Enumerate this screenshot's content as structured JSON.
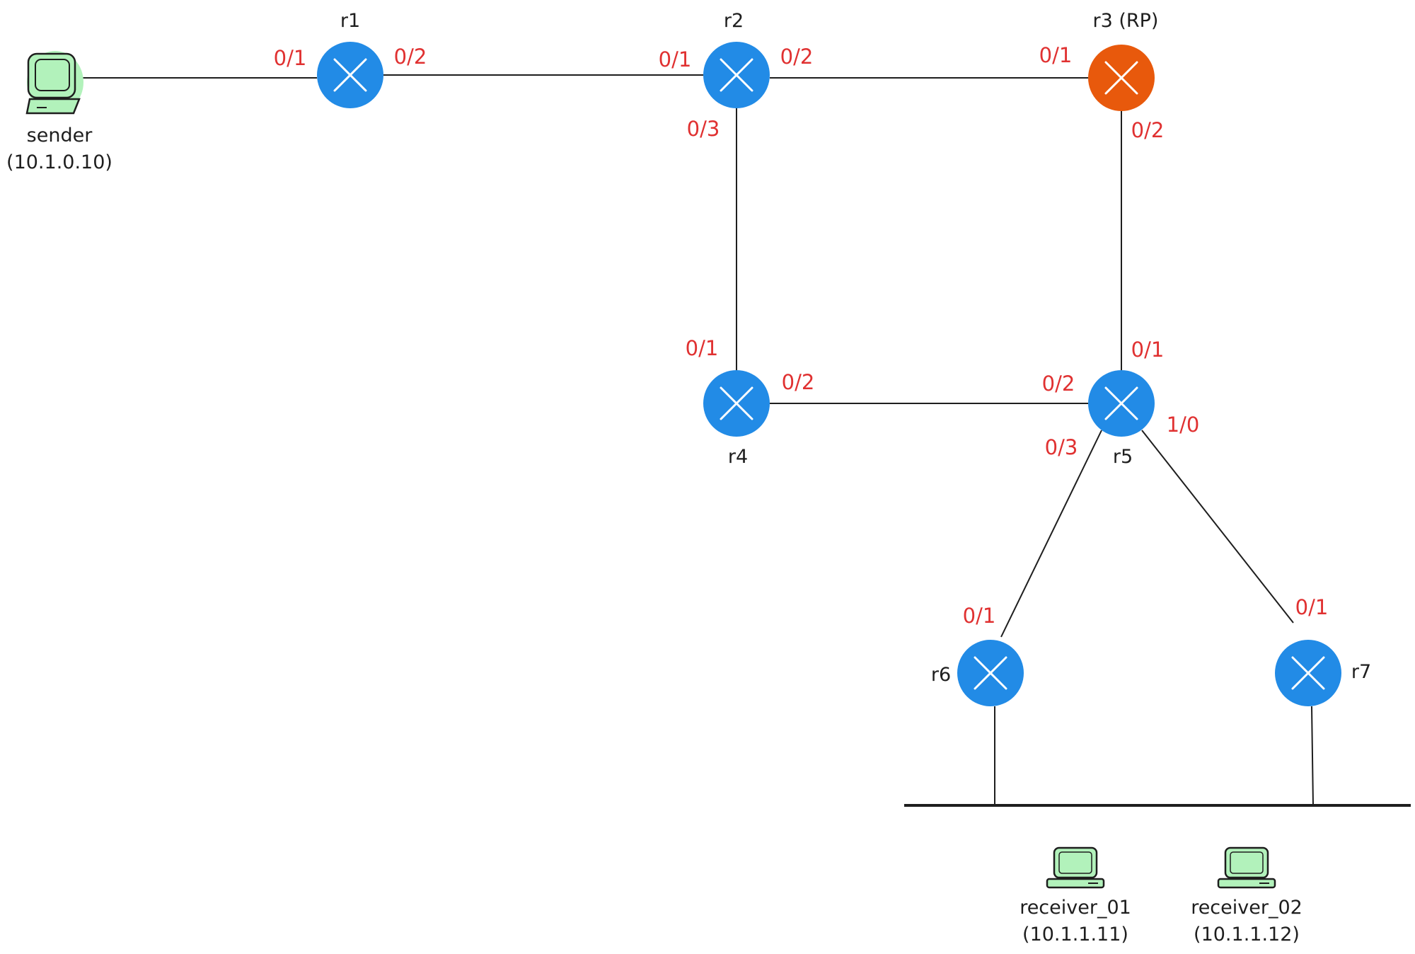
{
  "colors": {
    "router": "#228be6",
    "rp_router": "#e8590c",
    "host": "#b2f2bb",
    "port_label": "#e03131",
    "line": "#1e1e1e"
  },
  "routers": [
    {
      "id": "r1",
      "label": "r1",
      "rp": false
    },
    {
      "id": "r2",
      "label": "r2",
      "rp": false
    },
    {
      "id": "r3",
      "label": "r3 (RP)",
      "rp": true
    },
    {
      "id": "r4",
      "label": "r4",
      "rp": false
    },
    {
      "id": "r5",
      "label": "r5",
      "rp": false
    },
    {
      "id": "r6",
      "label": "r6",
      "rp": false
    },
    {
      "id": "r7",
      "label": "r7",
      "rp": false
    }
  ],
  "hosts": {
    "sender": {
      "name": "sender",
      "ip": "(10.1.0.10)",
      "icon": "monitor-icon"
    },
    "receiver_01": {
      "name": "receiver_01",
      "ip": "(10.1.1.11)",
      "icon": "laptop-icon"
    },
    "receiver_02": {
      "name": "receiver_02",
      "ip": "(10.1.1.12)",
      "icon": "laptop-icon"
    }
  },
  "links": [
    {
      "from": "sender",
      "to": "r1",
      "port_b": "0/1"
    },
    {
      "from": "r1",
      "to": "r2",
      "port_a": "0/2",
      "port_b": "0/1"
    },
    {
      "from": "r2",
      "to": "r3",
      "port_a": "0/2",
      "port_b": "0/1"
    },
    {
      "from": "r2",
      "to": "r4",
      "port_a": "0/3",
      "port_b": "0/1"
    },
    {
      "from": "r3",
      "to": "r5",
      "port_a": "0/2",
      "port_b": "0/1"
    },
    {
      "from": "r4",
      "to": "r5",
      "port_a": "0/2",
      "port_b": "0/2"
    },
    {
      "from": "r5",
      "to": "r6",
      "port_a": "0/3",
      "port_b": "0/1"
    },
    {
      "from": "r5",
      "to": "r7",
      "port_a": "1/0",
      "port_b": "0/1"
    },
    {
      "from": "r6",
      "to": "lan"
    },
    {
      "from": "r7",
      "to": "lan"
    }
  ]
}
